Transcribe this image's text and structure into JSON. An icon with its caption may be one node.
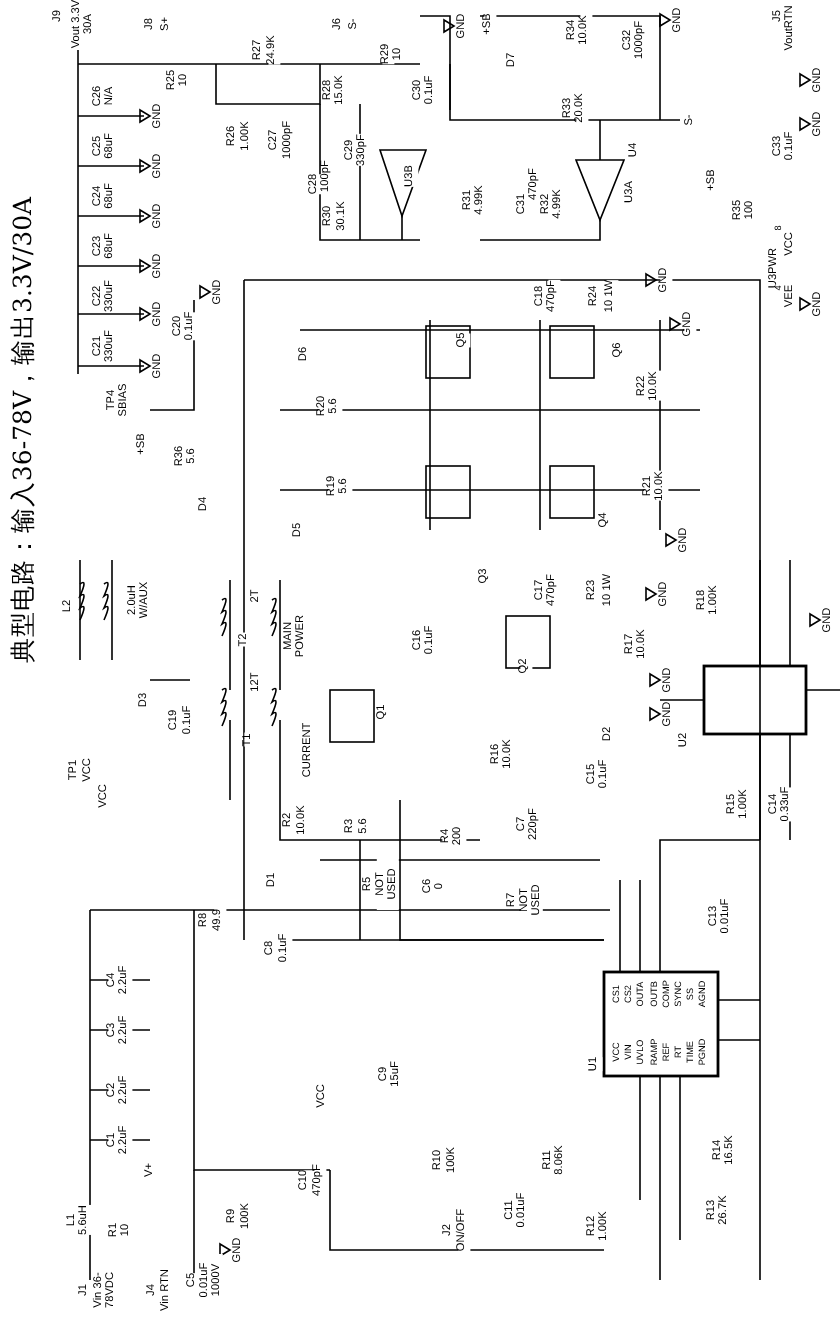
{
  "diagram": {
    "title": "典型电路：输入36-78V，输出3.3V/30A",
    "labels": [
      "J9",
      "Vout 3.3V 30A",
      "J8",
      "S+",
      "J6",
      "S-",
      "R27",
      "24.9K",
      "R29",
      "10",
      "C26",
      "N/A",
      "R25",
      "10",
      "R28",
      "15.0K",
      "R26",
      "1.00K",
      "C27",
      "1000pF",
      "GND",
      "C25",
      "68uF",
      "GND",
      "C24",
      "68uF",
      "GND",
      "C23",
      "68uF",
      "GND",
      "C22",
      "330uF",
      "GND",
      "C21",
      "330uF",
      "GND",
      "C20",
      "0.1uF",
      "GND",
      "C28",
      "100pF",
      "C29",
      "330pF",
      "R30",
      "30.1K",
      "U3B",
      "D6",
      "R20",
      "5.6",
      "TP4",
      "SBIAS",
      "GND",
      "C30",
      "0.1uF",
      "+SB",
      "D7",
      "R34",
      "10.0K",
      "C32",
      "1000pF",
      "GND",
      "R33",
      "20.0K",
      "U4",
      "S-",
      "J5",
      "VoutRTN",
      "GND",
      "C33",
      "0.1uF",
      "GND",
      "+SB",
      "R35",
      "100",
      "8",
      "VCC",
      "U3PWR",
      "4",
      "VEE",
      "GND",
      "R31",
      "4.99K",
      "C31",
      "470pF",
      "R32",
      "4.99K",
      "U3A",
      "C18",
      "470pF",
      "R24",
      "10 1W",
      "GND",
      "Q5",
      "Q6",
      "R22",
      "10.0K",
      "GND",
      "+SB",
      "R36",
      "5.6",
      "R19",
      "5.6",
      "D4",
      "D5",
      "L2",
      "2.0uH W/AUX",
      "T2",
      "12T",
      "2T",
      "MAIN POWER",
      "D3",
      "TP1",
      "VCC",
      "VCC",
      "C19",
      "0.1uF",
      "T1",
      "CURRENT",
      "Q1",
      "R2",
      "10.0K",
      "R3",
      "5.6",
      "R4",
      "200",
      "D1",
      "Q3",
      "Q4",
      "R21",
      "10.0K",
      "GND",
      "C17",
      "470pF",
      "R23",
      "10 1W",
      "GND",
      "C16",
      "0.1uF",
      "Q2",
      "R17",
      "10.0K",
      "GND",
      "GND",
      "D2",
      "C15",
      "0.1uF",
      "R16",
      "10.0K",
      "R18",
      "1.00K",
      "GND",
      "U2",
      "R15",
      "1.00K",
      "C14",
      "0.33uF",
      "R5",
      "NOT USED",
      "C7",
      "220pF",
      "C6",
      "0",
      "R7",
      "NOT USED",
      "R8",
      "49.9",
      "C8",
      "0.1uF",
      "C13",
      "0.01uF",
      "C4",
      "2.2uF",
      "C3",
      "2.2uF",
      "C2",
      "2.2uF",
      "C1",
      "2.2uF",
      "C9",
      "15uF",
      "VCC",
      "U1",
      "VCC",
      "VIN",
      "UVLO",
      "RAMP",
      "REF",
      "RT",
      "TIME",
      "PGND",
      "CS1",
      "CS2",
      "OUTA",
      "OUTB",
      "COMP",
      "SYNC",
      "SS",
      "AGND",
      "R10",
      "100K",
      "R11",
      "8.06K",
      "R14",
      "16.5K",
      "C11",
      "0.01uF",
      "R12",
      "1.00K",
      "R13",
      "26.7K",
      "J2",
      "ON/OFF",
      "L1",
      "5.6uH",
      "R1",
      "10",
      "V+",
      "R9",
      "100K",
      "C10",
      "470pF",
      "J1",
      "Vin 36-78VDC",
      "J4",
      "Vin RTN",
      "C5",
      "0.01uF 1000V",
      "GND"
    ]
  }
}
